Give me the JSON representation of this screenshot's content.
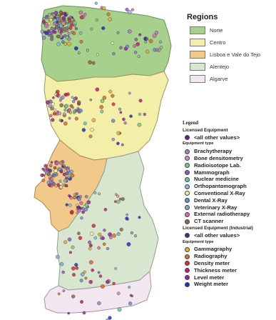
{
  "regions_legend": {
    "title": "Regions",
    "items": [
      {
        "label": "Norte",
        "color": "#a7d08c"
      },
      {
        "label": "Centro",
        "color": "#f4efa8"
      },
      {
        "label": "Lisboa e Vale do Tejo",
        "color": "#f1c98a"
      },
      {
        "label": "Alentejo",
        "color": "#d9e6cf"
      },
      {
        "label": "Algarve",
        "color": "#f2e6f0"
      }
    ]
  },
  "equipment_legend": {
    "title": "Legend",
    "group1_title": "Licensed Equipment",
    "group1_other": {
      "label": "<all other values>",
      "color": "#6a1b9a"
    },
    "group1_subtitle": "Equipment type",
    "group1_items": [
      {
        "label": "Brachytherapy",
        "color": "#b07acb"
      },
      {
        "label": "Bone densitometry",
        "color": "#d98ab5"
      },
      {
        "label": "Radioisotope Lab.",
        "color": "#7fc97f"
      },
      {
        "label": "Mammograph",
        "color": "#8a5fb5"
      },
      {
        "label": "Nuclear medicine",
        "color": "#6cc7a8"
      },
      {
        "label": "Orthopantomograph",
        "color": "#8fb8e8"
      },
      {
        "label": "Conventional X-Ray",
        "color": "#f2f0a0"
      },
      {
        "label": "Dental X-Ray",
        "color": "#6a8ec8"
      },
      {
        "label": "Veterinary X-Ray",
        "color": "#7fa8d8"
      },
      {
        "label": "External radiotherapy",
        "color": "#d86ab0"
      },
      {
        "label": "CT scanner",
        "color": "#8a6a4a"
      }
    ],
    "group2_title": "Licensed Equipment (Industrial)",
    "group2_other": {
      "label": "<all other values>",
      "color": "#4b2a8a"
    },
    "group2_subtitle": "Equipment type",
    "group2_items": [
      {
        "label": "Gammagraphy",
        "color": "#e8b030"
      },
      {
        "label": "Radiography",
        "color": "#e07020"
      },
      {
        "label": "Density meter",
        "color": "#d83030"
      },
      {
        "label": "Thickness meter",
        "color": "#c02070"
      },
      {
        "label": "Level meter",
        "color": "#a020a0"
      },
      {
        "label": "Weight meter",
        "color": "#2030c0"
      }
    ]
  }
}
